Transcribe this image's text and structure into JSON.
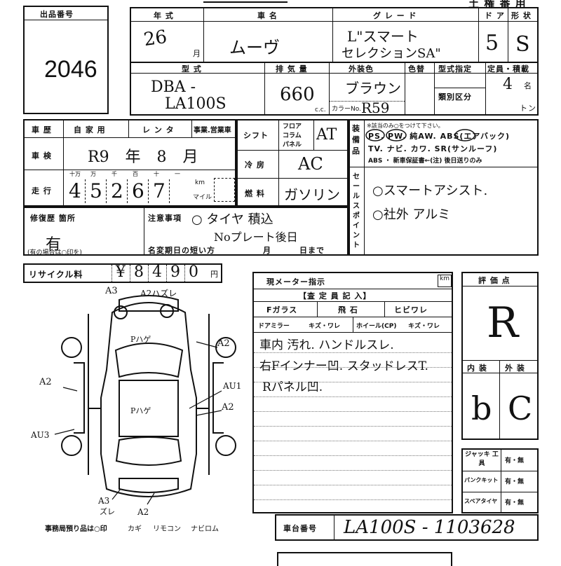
{
  "header": {
    "top_right": "土 権 番 用"
  },
  "lot": {
    "label": "出品番号",
    "value": "2046"
  },
  "vehicle": {
    "year_label": "年 式",
    "year_value": "26",
    "year_unit": "月",
    "name_label": "車 名",
    "name_value": "ムーヴ",
    "grade_label": "グ レ ー ド",
    "grade_line1": "L\"スマート",
    "grade_line2": "セレクションSA\"",
    "doors_label": "ド ア",
    "doors_value": "5",
    "shape_label": "形 状",
    "shape_value": "S",
    "model_label": "型 式",
    "model_line1": "DBA -",
    "model_line2": "LA100S",
    "displacement_label": "排 気 量",
    "displacement_value": "660",
    "displacement_unit": "c.c.",
    "exterior_color_label": "外装色",
    "exterior_color_value": "ブラウン",
    "color_no_label": "色替",
    "color_code_label": "カラーNo.",
    "color_code_value": "R59",
    "type_designation_label": "型式指定",
    "class_label": "類別区分",
    "capacity_label": "定員・積載",
    "capacity_value": "4",
    "capacity_unit": "名",
    "load_unit": "トン"
  },
  "history": {
    "label": "車 歴",
    "opt_private": "自 家 用",
    "opt_rental": "レ ン タ",
    "opt_business": "事業.営業車",
    "inspection_label": "車 検",
    "inspection_value": "R9 年 8 月",
    "mileage_label": "走 行",
    "mileage_digit_labels": [
      "十万",
      "万",
      "千",
      "百",
      "十",
      "一"
    ],
    "mileage_digits": [
      "4",
      "5",
      "2",
      "6",
      "7"
    ],
    "mileage_unit_km": "km",
    "mileage_unit_mile": "マイル",
    "shift_label": "シフト",
    "shift_opts": [
      "フロア",
      "コラム",
      "パネル"
    ],
    "shift_value": "AT",
    "ac_label": "冷 房",
    "ac_value": "AC",
    "fuel_label": "燃 料",
    "fuel_value": "ガソリン"
  },
  "equipment": {
    "label": "装備品",
    "note": "※該当のみ○をつけて下さい。",
    "line1": "PS. PW. 純AW. ABS(エアバック)",
    "line2": "TV. ナビ. カワ. SR(サンルーフ)",
    "line3": "ABS ・ 新車保証書←(注) 後日送りのみ"
  },
  "sales_points": {
    "label": "セールスポイント",
    "line1": "○スマートアシスト.",
    "line2": "○社外 アルミ"
  },
  "repair": {
    "label": "修復歴 箇所",
    "value": "有",
    "note": "(有の場合は○印を)",
    "notes_label": "注意事項",
    "notes_line1": "○ タイヤ 積込",
    "notes_line2": "Noプレート後日",
    "reg_label": "名変期日の短い方",
    "reg_month": "月",
    "reg_day": "日まで"
  },
  "recycle": {
    "label": "リサイクル料",
    "digits": [
      "¥",
      "8",
      "4",
      "9",
      "0"
    ],
    "unit": "円"
  },
  "diagram": {
    "marks": {
      "a3_top": "A3",
      "a2_top": "A2ハズレ",
      "p_top": "Pハゲ",
      "a2_right": "A2",
      "a2_left": "A2",
      "au1": "AU1",
      "p_mid": "Pハゲ",
      "a2_right2": "A2",
      "au3": "AU3",
      "a3_bottom": "A3",
      "zure": "ズレ",
      "a2_bottom": "A2"
    },
    "footer": "事務局預り品は○印",
    "keys": [
      "カギ",
      "リモコン",
      "ナビロム"
    ]
  },
  "inspector": {
    "meter_label": "現メーター指示",
    "meter_unit": "km",
    "entry_title": "【査 定 員 記 入】",
    "glass_label": "Fガラス",
    "glass_opt1": "飛 石",
    "glass_opt2": "ヒビワレ",
    "mirror_label": "ドアミラー",
    "mirror_opts": "キズ・ワレ",
    "wheel_label": "ホイール(CP)",
    "wheel_opts": "キズ・ワレ",
    "comment1": "車内 汚れ. ハンドルスレ.",
    "comment2": "右Fインナー凹. スタッドレスT.",
    "comment3": "Rパネル凹."
  },
  "scores": {
    "label": "評 価 点",
    "overall": "R",
    "interior_label": "内 装",
    "exterior_label": "外 装",
    "interior": "b",
    "exterior": "C"
  },
  "tools": {
    "jack_label": "ジャッキ 工 具",
    "puncture_label": "パンクキット",
    "spare_label": "スペアタイヤ",
    "opts": "有・無"
  },
  "chassis": {
    "label": "車台番号",
    "value": "LA100S - 1103628"
  }
}
